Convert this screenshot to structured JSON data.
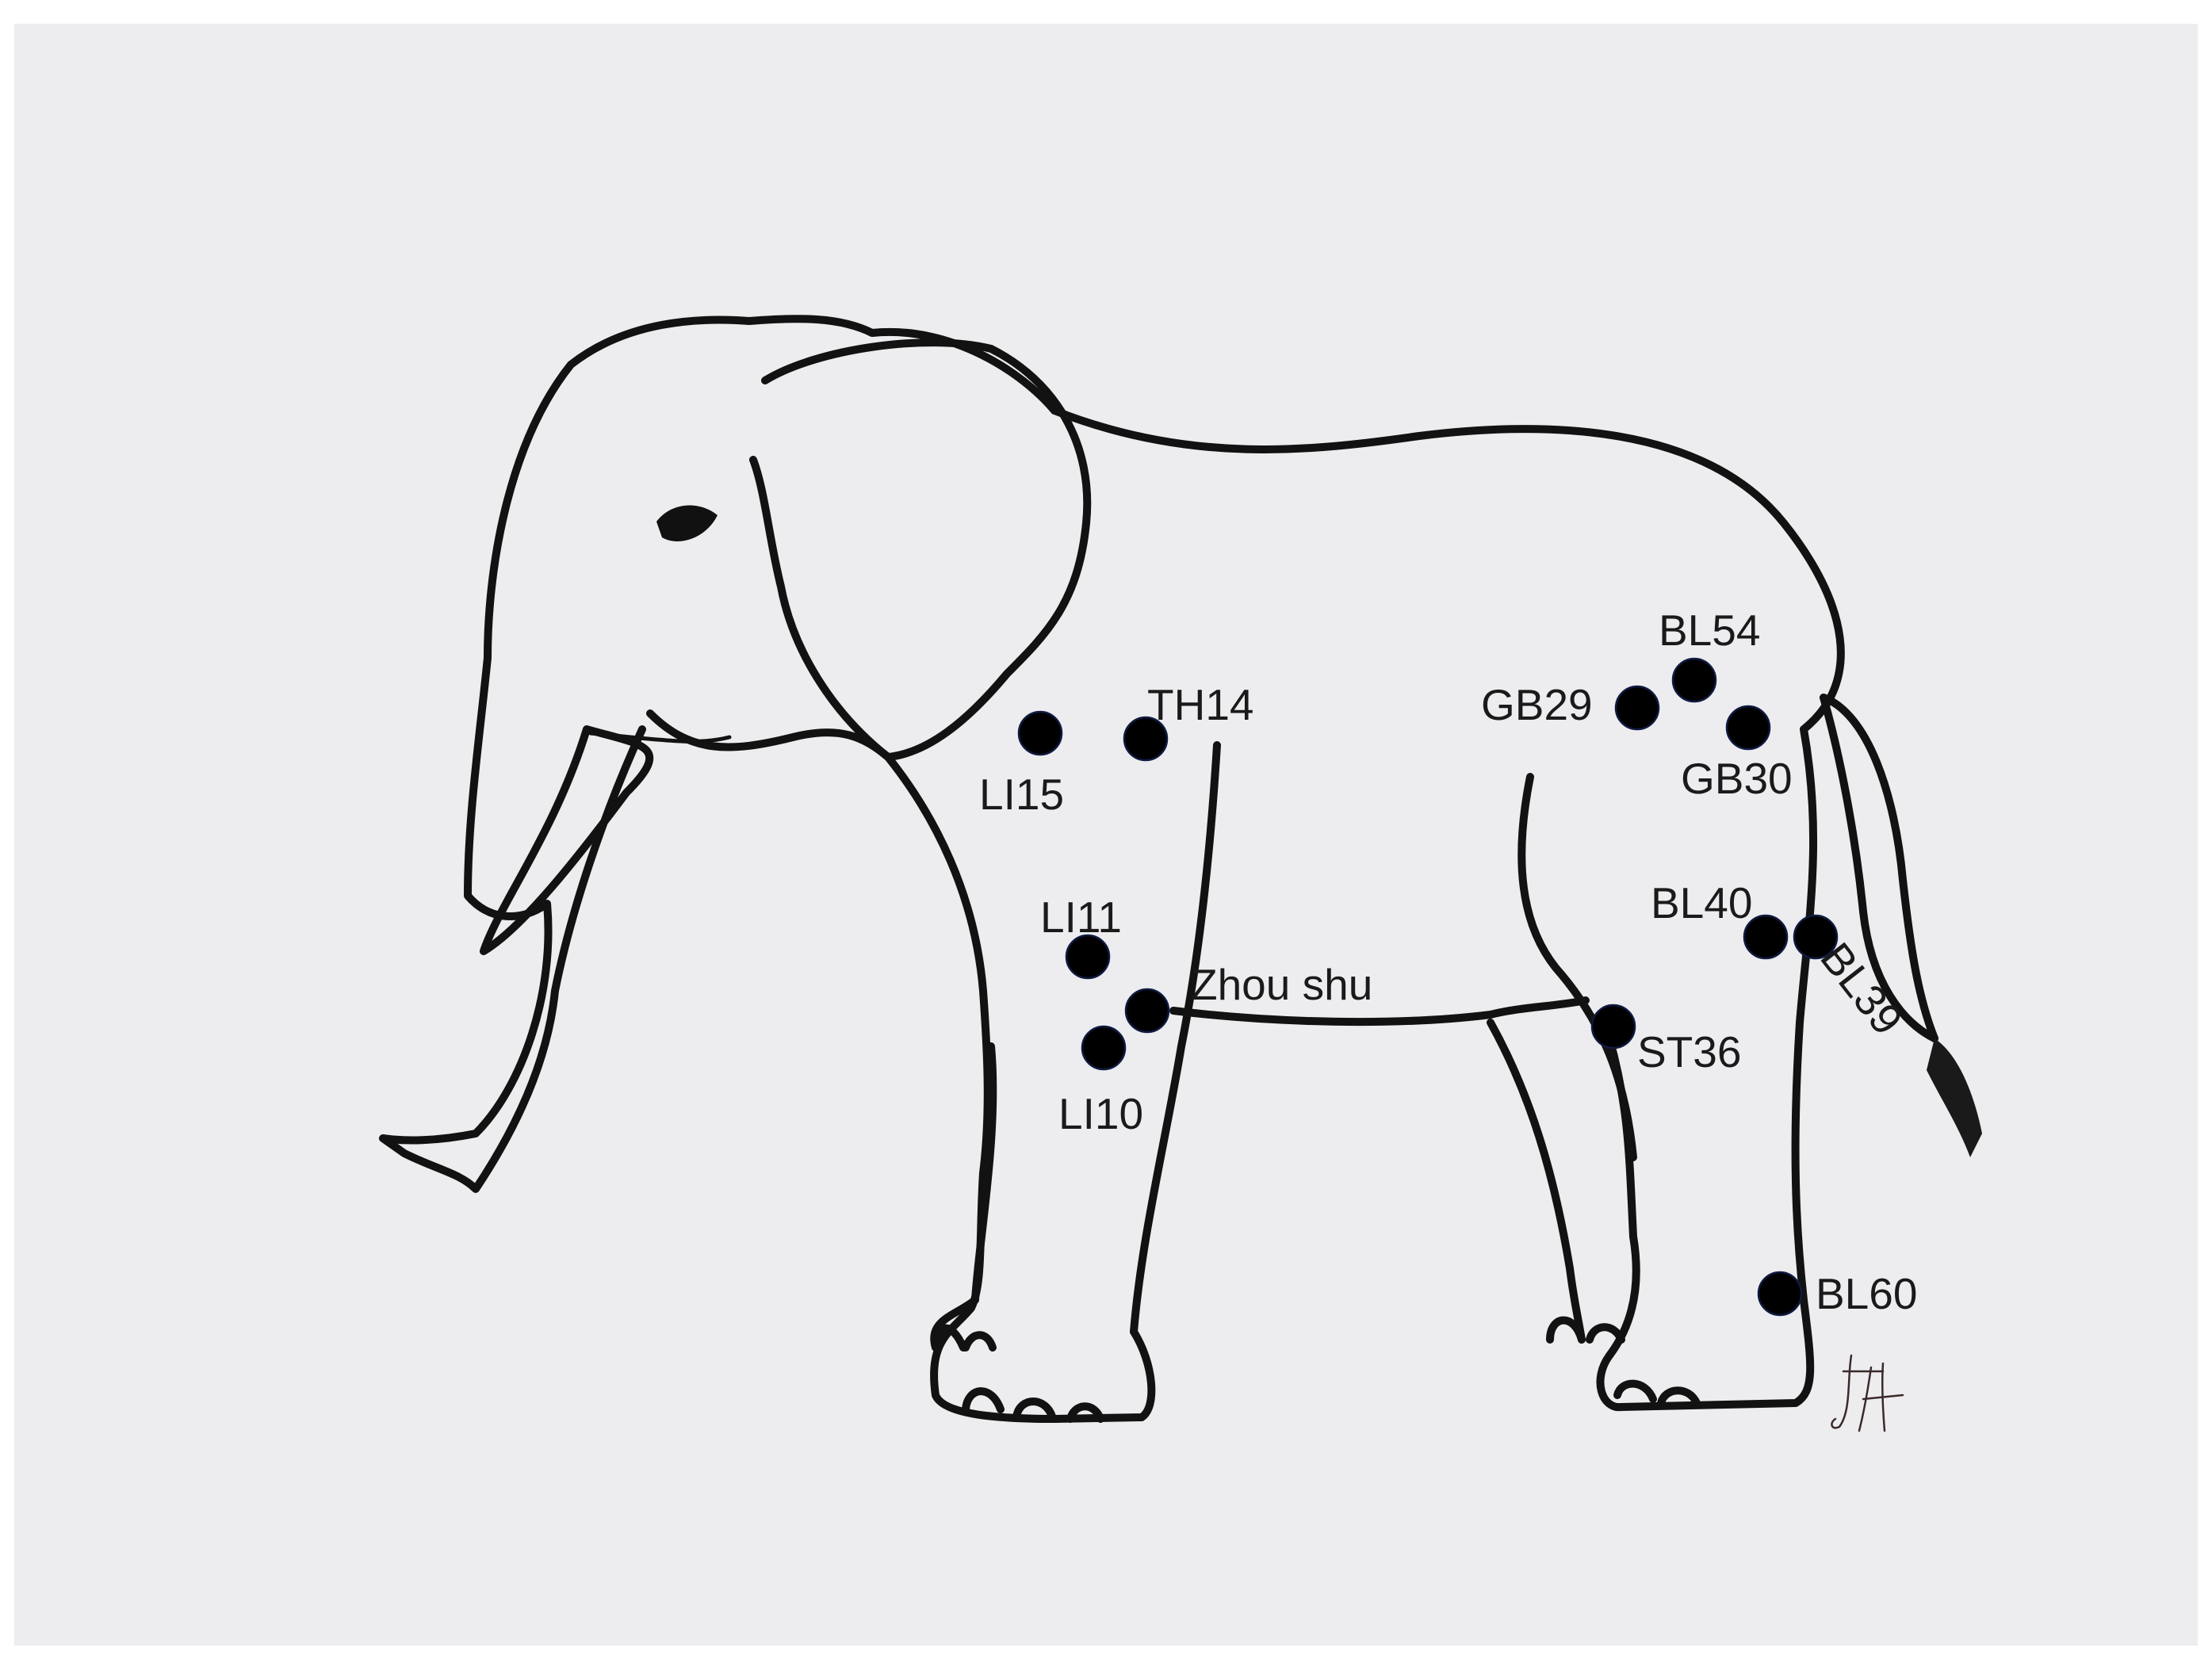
{
  "points": [
    {
      "id": "li15",
      "label": "LI15"
    },
    {
      "id": "th14",
      "label": "TH14"
    },
    {
      "id": "li11",
      "label": "LI11"
    },
    {
      "id": "zhou-shu",
      "label": "Zhou shu"
    },
    {
      "id": "li10",
      "label": "LI10"
    },
    {
      "id": "gb29",
      "label": "GB29"
    },
    {
      "id": "bl54",
      "label": "BL54"
    },
    {
      "id": "gb30",
      "label": "GB30"
    },
    {
      "id": "bl40",
      "label": "BL40"
    },
    {
      "id": "bl39",
      "label": "BL39"
    },
    {
      "id": "st36",
      "label": "ST36"
    },
    {
      "id": "bl60",
      "label": "BL60"
    }
  ],
  "signature": "JMH",
  "colors": {
    "point_fill": "#000000",
    "outline": "#121212",
    "paper": "#ededf0"
  }
}
